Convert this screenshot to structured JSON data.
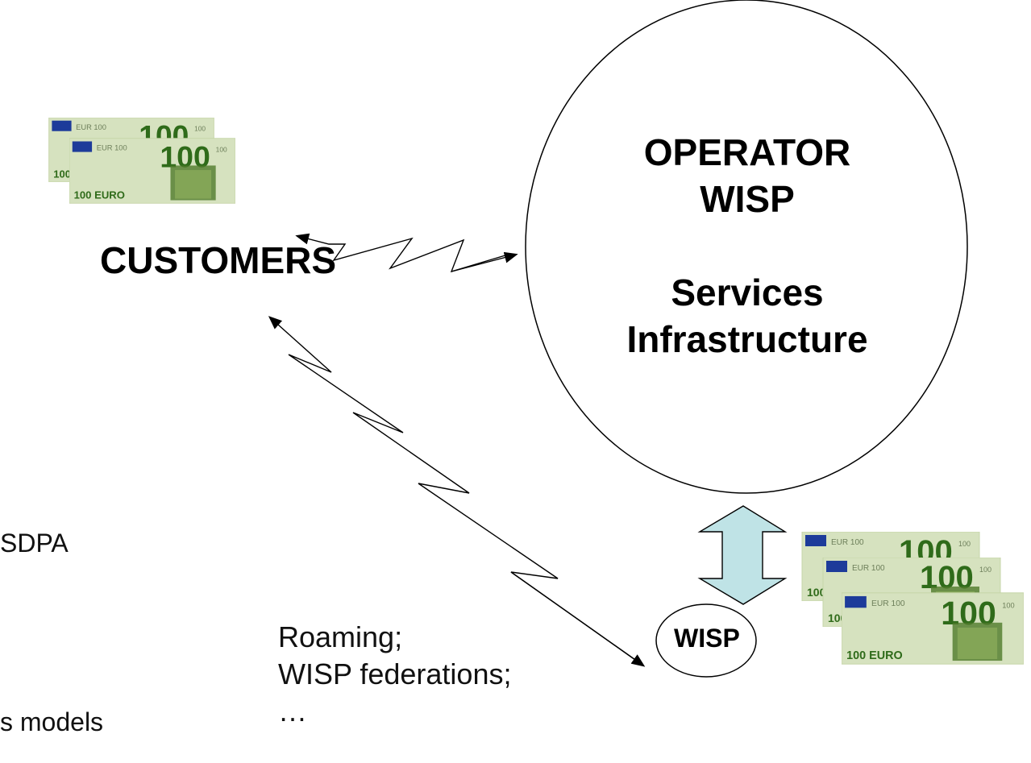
{
  "customers": {
    "label": "CUSTOMERS"
  },
  "operator": {
    "line1": "OPERATOR",
    "line2": "WISP",
    "line3": "Services",
    "line4": "Infrastructure"
  },
  "wisp": {
    "label": "WISP"
  },
  "notes": {
    "line1": "Roaming;",
    "line2": "WISP federations;",
    "line3": "…"
  },
  "left_cut": {
    "hsdpa": "SDPA",
    "models": "s models"
  },
  "banknote": {
    "denomination": "100",
    "currency_text": "EURO",
    "fragment": "10",
    "color_bg": "#cfdcb4",
    "color_digits": "#2f6b1a"
  },
  "colors": {
    "double_arrow_fill": "#bfe3e6",
    "line": "#000000"
  }
}
